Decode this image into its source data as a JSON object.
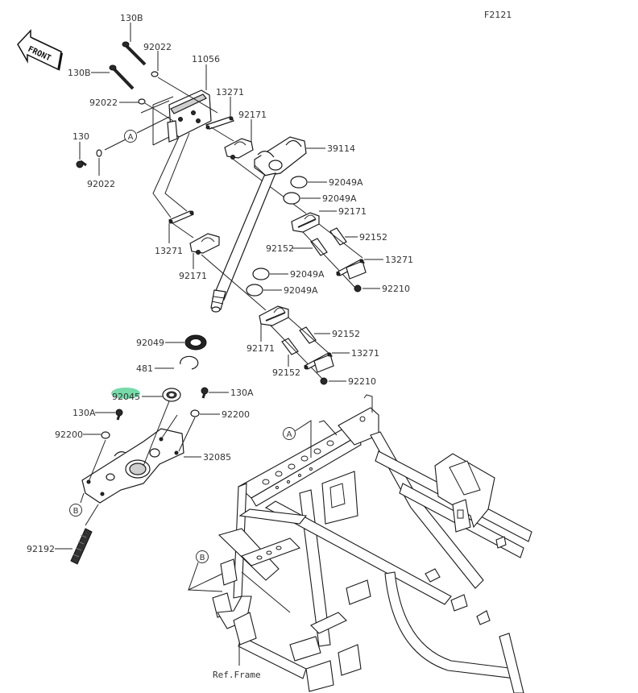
{
  "diagram": {
    "code": "F2121",
    "front_label": "FRONT",
    "ref_label": "Ref.Frame",
    "highlight_color": "#5ed39a",
    "callouts": {
      "a_upper": "A",
      "a_frame": "A",
      "b_plate": "B",
      "b_frame": "B"
    },
    "labels": {
      "p130b_top": "130B",
      "p92022_top": "92022",
      "p11056": "11056",
      "p130b_left": "130B",
      "p92022_mid": "92022",
      "p13271_top": "13271",
      "p92171_top": "92171",
      "p39114": "39114",
      "p130": "130",
      "p92022_bottom": "92022",
      "p92049a_1": "92049A",
      "p92049a_2": "92049A",
      "p92171_right": "92171",
      "p92152_r1": "92152",
      "p92152_l1": "92152",
      "p13271_r1": "13271",
      "p13271_left": "13271",
      "p92171_left": "92171",
      "p92049a_3": "92049A",
      "p92049a_4": "92049A",
      "p92210_1": "92210",
      "p92152_r2": "92152",
      "p92049": "92049",
      "p92171_low": "92171",
      "p13271_r2": "13271",
      "p481": "481",
      "p92045": "92045",
      "p92152_l2": "92152",
      "p92210_2": "92210",
      "p130a_right": "130A",
      "p130a_left": "130A",
      "p92200_right": "92200",
      "p92200_left": "92200",
      "p32085": "32085",
      "p92192": "92192"
    }
  }
}
